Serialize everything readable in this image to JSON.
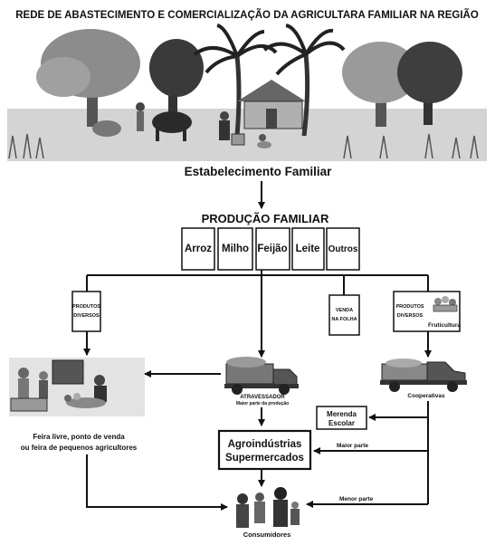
{
  "title": "REDE DE ABASTECIMENTO E COMERCIALIZAÇÃO DA AGRICULTARA FAMILIAR NA REGIÃO",
  "establishment": "Estabelecimento Familiar",
  "production": {
    "title": "PRODUÇÃO FAMILIAR",
    "crops": [
      "Arroz",
      "Milho",
      "Feijão",
      "Leite",
      "Outros"
    ]
  },
  "left_branch": {
    "line1": "PRODUTOS",
    "line2": "DIVERSOS"
  },
  "folha_branch": {
    "line1": "VENDA",
    "line2": "NA FOLHA"
  },
  "right_branch": {
    "line1": "PRODUTOS",
    "line2": "DIVERSOS",
    "fruit": "Fruticultura"
  },
  "middleman": {
    "title": "ATRAVESSADOR",
    "subtitle": "Maior parte da produção"
  },
  "cooperatives": "Cooperativas",
  "fair": {
    "line1": "Feira livre, ponto de venda",
    "line2": "ou feira de pequenos agricultores"
  },
  "school": {
    "line1": "Merenda",
    "line2": "Escolar"
  },
  "agro": {
    "line1": "Agroindústrias",
    "line2": "Supermercados"
  },
  "maior_parte": "Maior parte",
  "menor_parte": "Menor parte",
  "consumers": "Consumidores"
}
